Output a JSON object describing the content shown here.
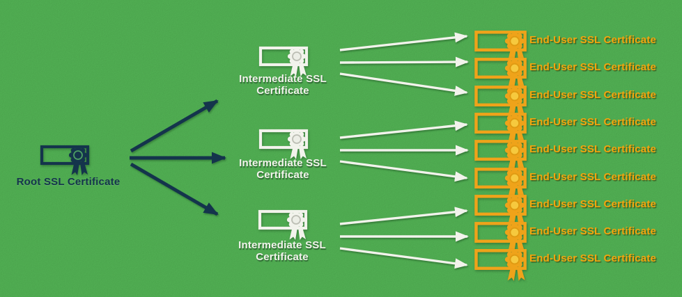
{
  "background_color": "#57bc59",
  "icons": {
    "node_icon": "certificate-ribbon-icon"
  },
  "colors": {
    "root": "#14344c",
    "intermediate": "#f2f3ec",
    "end_user": "#efa31a",
    "root_arrows": "#14344c",
    "intermediate_arrows": "#f2f3ec"
  },
  "root": {
    "label": "Root SSL Certificate"
  },
  "intermediates": [
    {
      "line1": "Intermediate SSL",
      "line2": "Certificate"
    },
    {
      "line1": "Intermediate SSL",
      "line2": "Certificate"
    },
    {
      "line1": "Intermediate SSL",
      "line2": "Certificate"
    }
  ],
  "end_users": [
    {
      "label": "End-User SSL Certificate"
    },
    {
      "label": "End-User SSL Certificate"
    },
    {
      "label": "End-User SSL Certificate"
    },
    {
      "label": "End-User SSL Certificate"
    },
    {
      "label": "End-User SSL Certificate"
    },
    {
      "label": "End-User SSL Certificate"
    },
    {
      "label": "End-User SSL Certificate"
    },
    {
      "label": "End-User SSL Certificate"
    },
    {
      "label": "End-User SSL Certificate"
    }
  ]
}
